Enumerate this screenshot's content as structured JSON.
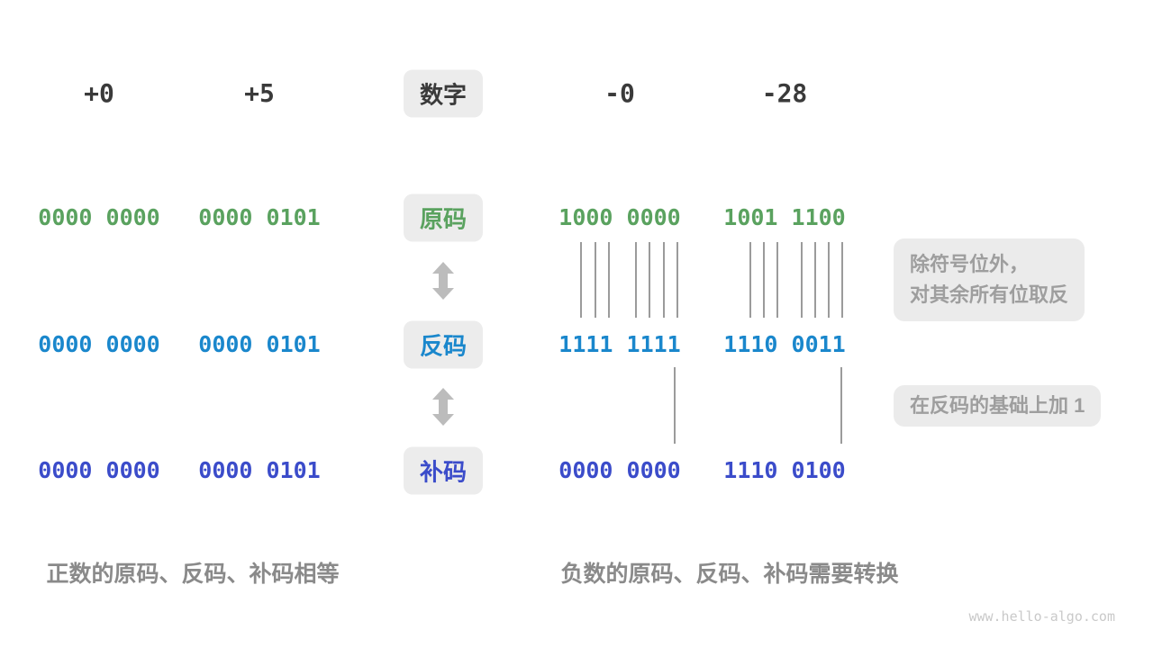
{
  "title_badge": "数字",
  "header": {
    "values": [
      "+0",
      "+5",
      "-0",
      "-28"
    ]
  },
  "rows": [
    {
      "name": "sign-magnitude",
      "badge": "原码",
      "color": "#5aa25f",
      "values": [
        "0000 0000",
        "0000 0101",
        "1000 0000",
        "1001 1100"
      ]
    },
    {
      "name": "ones-complement",
      "badge": "反码",
      "color": "#1a87cc",
      "values": [
        "0000 0000",
        "0000 0101",
        "1111 1111",
        "1110 0011"
      ]
    },
    {
      "name": "twos-complement",
      "badge": "补码",
      "color": "#3b4cca",
      "values": [
        "0000 0000",
        "0000 0101",
        "0000 0000",
        "1110 0100"
      ]
    }
  ],
  "annotations": {
    "invert_line1": "除符号位外，",
    "invert_line2": "对其余所有位取反",
    "add_one": "在反码的基础上加 1"
  },
  "captions": {
    "positive": "正数的原码、反码、补码相等",
    "negative": "负数的原码、反码、补码需要转换"
  },
  "watermark": "www.hello-algo.com",
  "colors": {
    "header_text": "#3a3a3a",
    "sign_magnitude": "#5aa25f",
    "ones_complement": "#1a87cc",
    "twos_complement": "#3b4cca",
    "badge_background": "#ececec",
    "note_background": "#ebebeb",
    "note_text": "#9e9e9e",
    "caption_text": "#8a8a8a",
    "line_gray": "#9b9b9b",
    "arrow_gray": "#bcbcbc"
  }
}
